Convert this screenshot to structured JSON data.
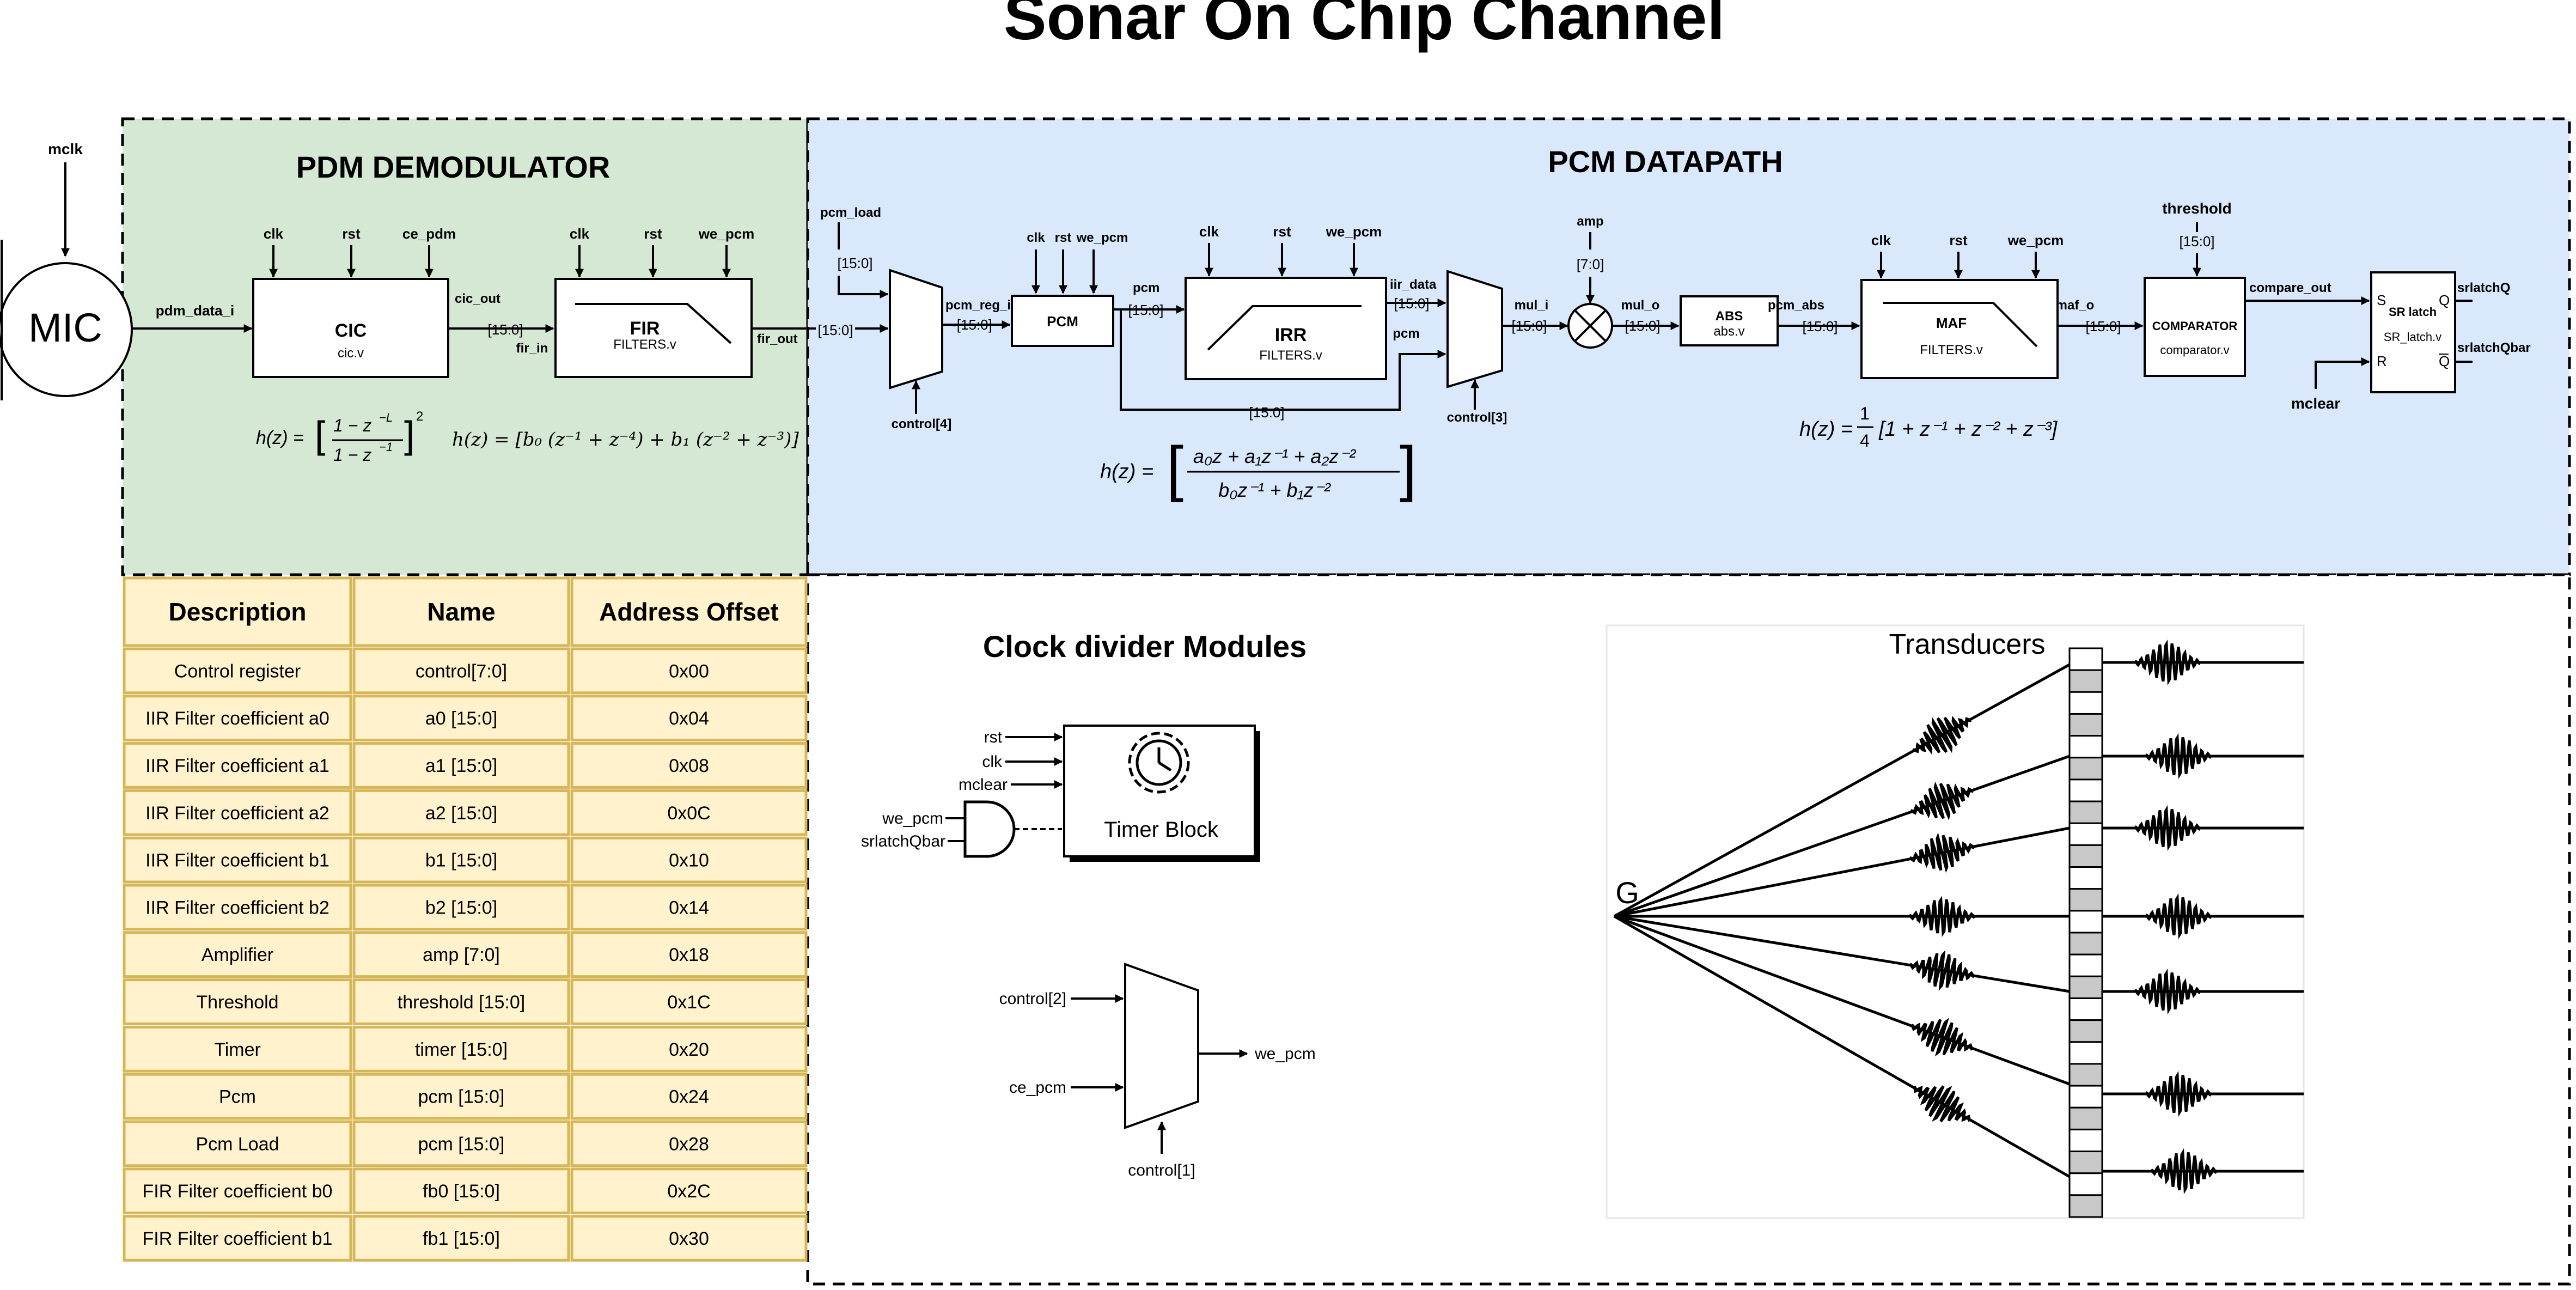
{
  "title": "Sonar On Chip Channel",
  "mic": {
    "label": "MIC",
    "clock": "mclk",
    "output": "pdm_data_i"
  },
  "pdm": {
    "title": "PDM DEMODULATOR",
    "cic": {
      "name": "CIC",
      "file": "cic.v",
      "in1": "clk",
      "in2": "rst",
      "in3": "ce_pdm",
      "out": "cic_out"
    },
    "fir": {
      "name": "FIR",
      "file": "FILTERS.v",
      "in1": "clk",
      "in2": "rst",
      "in3": "we_pcm",
      "in": "fir_in",
      "out": "fir_out"
    },
    "bus1": "[15:0]",
    "bus2": "[15:0]"
  },
  "pcm": {
    "title": "PCM DATAPATH",
    "mux1": {
      "in_top": "pcm_load",
      "bus_top": "[15:0]",
      "sel": "control[4]",
      "out": "pcm_reg_i",
      "bus_out": "-[15:0]"
    },
    "pcm_block": {
      "name": "PCM",
      "in1": "clk",
      "in2": "rst",
      "in3": "we_pcm",
      "out": "pcm",
      "bus": "[15:0]"
    },
    "irr": {
      "name": "IRR",
      "file": "FILTERS.v",
      "in1": "clk",
      "in2": "rst",
      "in3": "we_pcm",
      "out": "iir_data",
      "bus": "[15:0]",
      "bypass": "pcm",
      "bypass_bus": "[15:0]"
    },
    "mux2": {
      "sel": "control[3]",
      "out": "mul_i",
      "bus": "[15:0]"
    },
    "mult": {
      "amp": "amp",
      "amp_bus": "[7:0]",
      "out": "mul_o",
      "bus": "[15:0]"
    },
    "abs": {
      "name": "ABS",
      "file": "abs.v",
      "out": "pcm_abs",
      "bus": "[15:0]"
    },
    "maf": {
      "name": "MAF",
      "file": "FILTERS.v",
      "in1": "clk",
      "in2": "rst",
      "in3": "we_pcm",
      "out": "maf_o",
      "bus": "[15:0]"
    },
    "comparator": {
      "name": "COMPARATOR",
      "file": "comparator.v",
      "threshold": "threshold",
      "threshold_bus": "[15:0]",
      "out": "compare_out"
    },
    "srlatch": {
      "name": "SR latch",
      "file": "SR_latch.v",
      "s": "S",
      "r": "R",
      "q": "Q",
      "qbar": "Q",
      "out_q": "srlatchQ",
      "out_qbar": "srlatchQbar",
      "clear": "mclear"
    }
  },
  "equations": {
    "cic_lhs": "h(z) =",
    "cic_num": "1 − z",
    "cic_num_sup": "−L",
    "cic_den": "1 − z",
    "cic_den_sup": "−1",
    "cic_pow": "2",
    "fir": "h(z) = [b₀ (z⁻¹ + z⁻⁴) + b₁ (z⁻² + z⁻³)]",
    "iir_lhs": "h(z) =",
    "iir_num": "a₀z + a₁z⁻¹ + a₂z⁻²",
    "iir_den": "b₀z⁻¹ + b₁z⁻²",
    "maf_lhs": "h(z) =",
    "maf_frac_num": "1",
    "maf_frac_den": "4",
    "maf_rest": "[1 + z⁻¹ + z⁻² + z⁻³]"
  },
  "table": {
    "headers": [
      "Description",
      "Name",
      "Address Offset"
    ],
    "rows": [
      [
        "Control register",
        "control[7:0]",
        "0x00"
      ],
      [
        "IIR Filter coefficient a0",
        "a0 [15:0]",
        "0x04"
      ],
      [
        "IIR Filter coefficient a1",
        "a1 [15:0]",
        "0x08"
      ],
      [
        "IIR Filter coefficient a2",
        "a2 [15:0]",
        "0x0C"
      ],
      [
        "IIR Filter coefficient b1",
        "b1 [15:0]",
        "0x10"
      ],
      [
        "IIR Filter coefficient b2",
        "b2 [15:0]",
        "0x14"
      ],
      [
        "Amplifier",
        "amp [7:0]",
        "0x18"
      ],
      [
        "Threshold",
        "threshold [15:0]",
        "0x1C"
      ],
      [
        "Timer",
        "timer [15:0]",
        "0x20"
      ],
      [
        "Pcm",
        "pcm [15:0]",
        "0x24"
      ],
      [
        "Pcm Load",
        "pcm [15:0]",
        "0x28"
      ],
      [
        "FIR Filter coefficient b0",
        "fb0 [15:0]",
        "0x2C"
      ],
      [
        "FIR Filter coefficient b1",
        "fb1 [15:0]",
        "0x30"
      ]
    ]
  },
  "clock": {
    "title": "Clock divider Modules",
    "timer": "Timer Block",
    "in_rst": "rst",
    "in_clk": "clk",
    "in_mclear": "mclear",
    "and_in1": "we_pcm",
    "and_in2": "srlatchQbar",
    "mux_in1": "control[2]",
    "mux_in2": "ce_pcm",
    "mux_sel": "control[1]",
    "mux_out": "we_pcm"
  },
  "transducers": {
    "title": "Transducers",
    "source": "G"
  },
  "colors": {
    "pdm_bg": "#d5e8d4",
    "pcm_bg": "#dae8fc",
    "table_bg": "#fff2cc",
    "table_border": "#d6b656"
  }
}
